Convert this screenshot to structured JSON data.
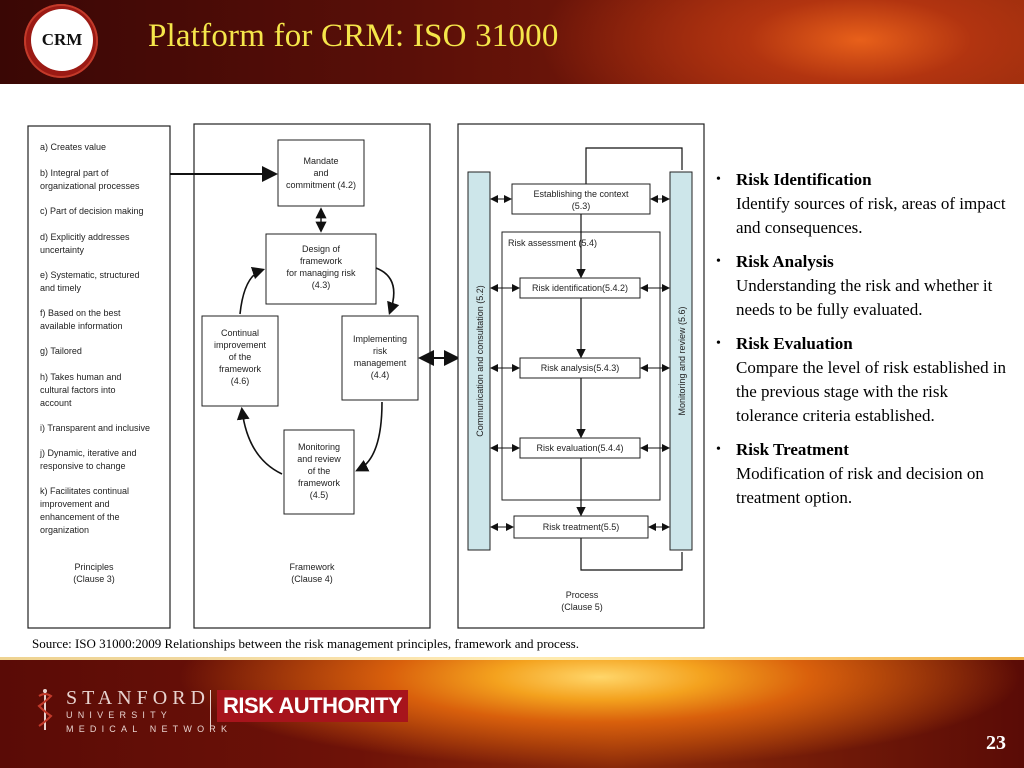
{
  "slide": {
    "logo_text": "CRM",
    "title": "Platform for CRM: ISO 31000",
    "page_number": "23",
    "source": "Source: ISO 31000:2009 Relationships between the risk management principles, framework and process."
  },
  "figure": {
    "principles": {
      "items": [
        "a) Creates value",
        "b) Integral part of",
        "organizational processes",
        "c) Part of decision making",
        "d) Explicitly addresses",
        "uncertainty",
        "e) Systematic, structured",
        "and timely",
        "f) Based on the best",
        "available information",
        "g) Tailored",
        "h) Takes human and",
        "cultural factors into",
        "account",
        "i) Transparent and inclusive",
        "j) Dynamic, iterative and",
        "responsive to change",
        "k) Facilitates continual",
        "improvement and",
        "enhancement of the",
        "organization"
      ],
      "caption_1": "Principles",
      "caption_2": "(Clause 3)"
    },
    "framework": {
      "mandate": [
        "Mandate",
        "and",
        "commitment (4.2)"
      ],
      "design": [
        "Design of",
        "framework",
        "for managing risk",
        "(4.3)"
      ],
      "implementing": [
        "Implementing",
        "risk",
        "management",
        "(4.4)"
      ],
      "continual": [
        "Continual",
        "improvement",
        "of the",
        "framework",
        "(4.6)"
      ],
      "monitoring": [
        "Monitoring",
        "and review",
        "of the",
        "framework",
        "(4.5)"
      ],
      "caption_1": "Framework",
      "caption_2": "(Clause 4)"
    },
    "process": {
      "communication": "Communication and consultation (5.2)",
      "monitoring": "Monitoring and review (5.6)",
      "context": [
        "Establishing the context",
        "(5.3)"
      ],
      "assessment": "Risk  assessment (5.4)",
      "identification": "Risk identification(5.4.2)",
      "analysis": "Risk analysis(5.4.3)",
      "evaluation": "Risk evaluation(5.4.4)",
      "treatment": "Risk treatment(5.5)",
      "caption_1": "Process",
      "caption_2": "(Clause 5)"
    }
  },
  "bullets": [
    {
      "heading": "Risk Identification",
      "text": "Identify sources of risk, areas of impact and consequences."
    },
    {
      "heading": "Risk Analysis",
      "text": "Understanding the risk and whether it needs to be fully evaluated."
    },
    {
      "heading": "Risk Evaluation",
      "text": "Compare the level of risk established in the previous stage with the risk tolerance criteria established."
    },
    {
      "heading": "Risk Treatment",
      "text": "Modification of risk and decision on treatment option."
    }
  ],
  "footer": {
    "stanford": "STANFORD",
    "university": "UNIVERSITY",
    "medical_network": "MEDICAL NETWORK",
    "risk_authority": "RISK AUTHORITY"
  },
  "colors": {
    "title": "#f5e64a",
    "header_dark": "#5a0f08",
    "accent_red": "#a7141c",
    "process_bar": "#cde6ea"
  }
}
